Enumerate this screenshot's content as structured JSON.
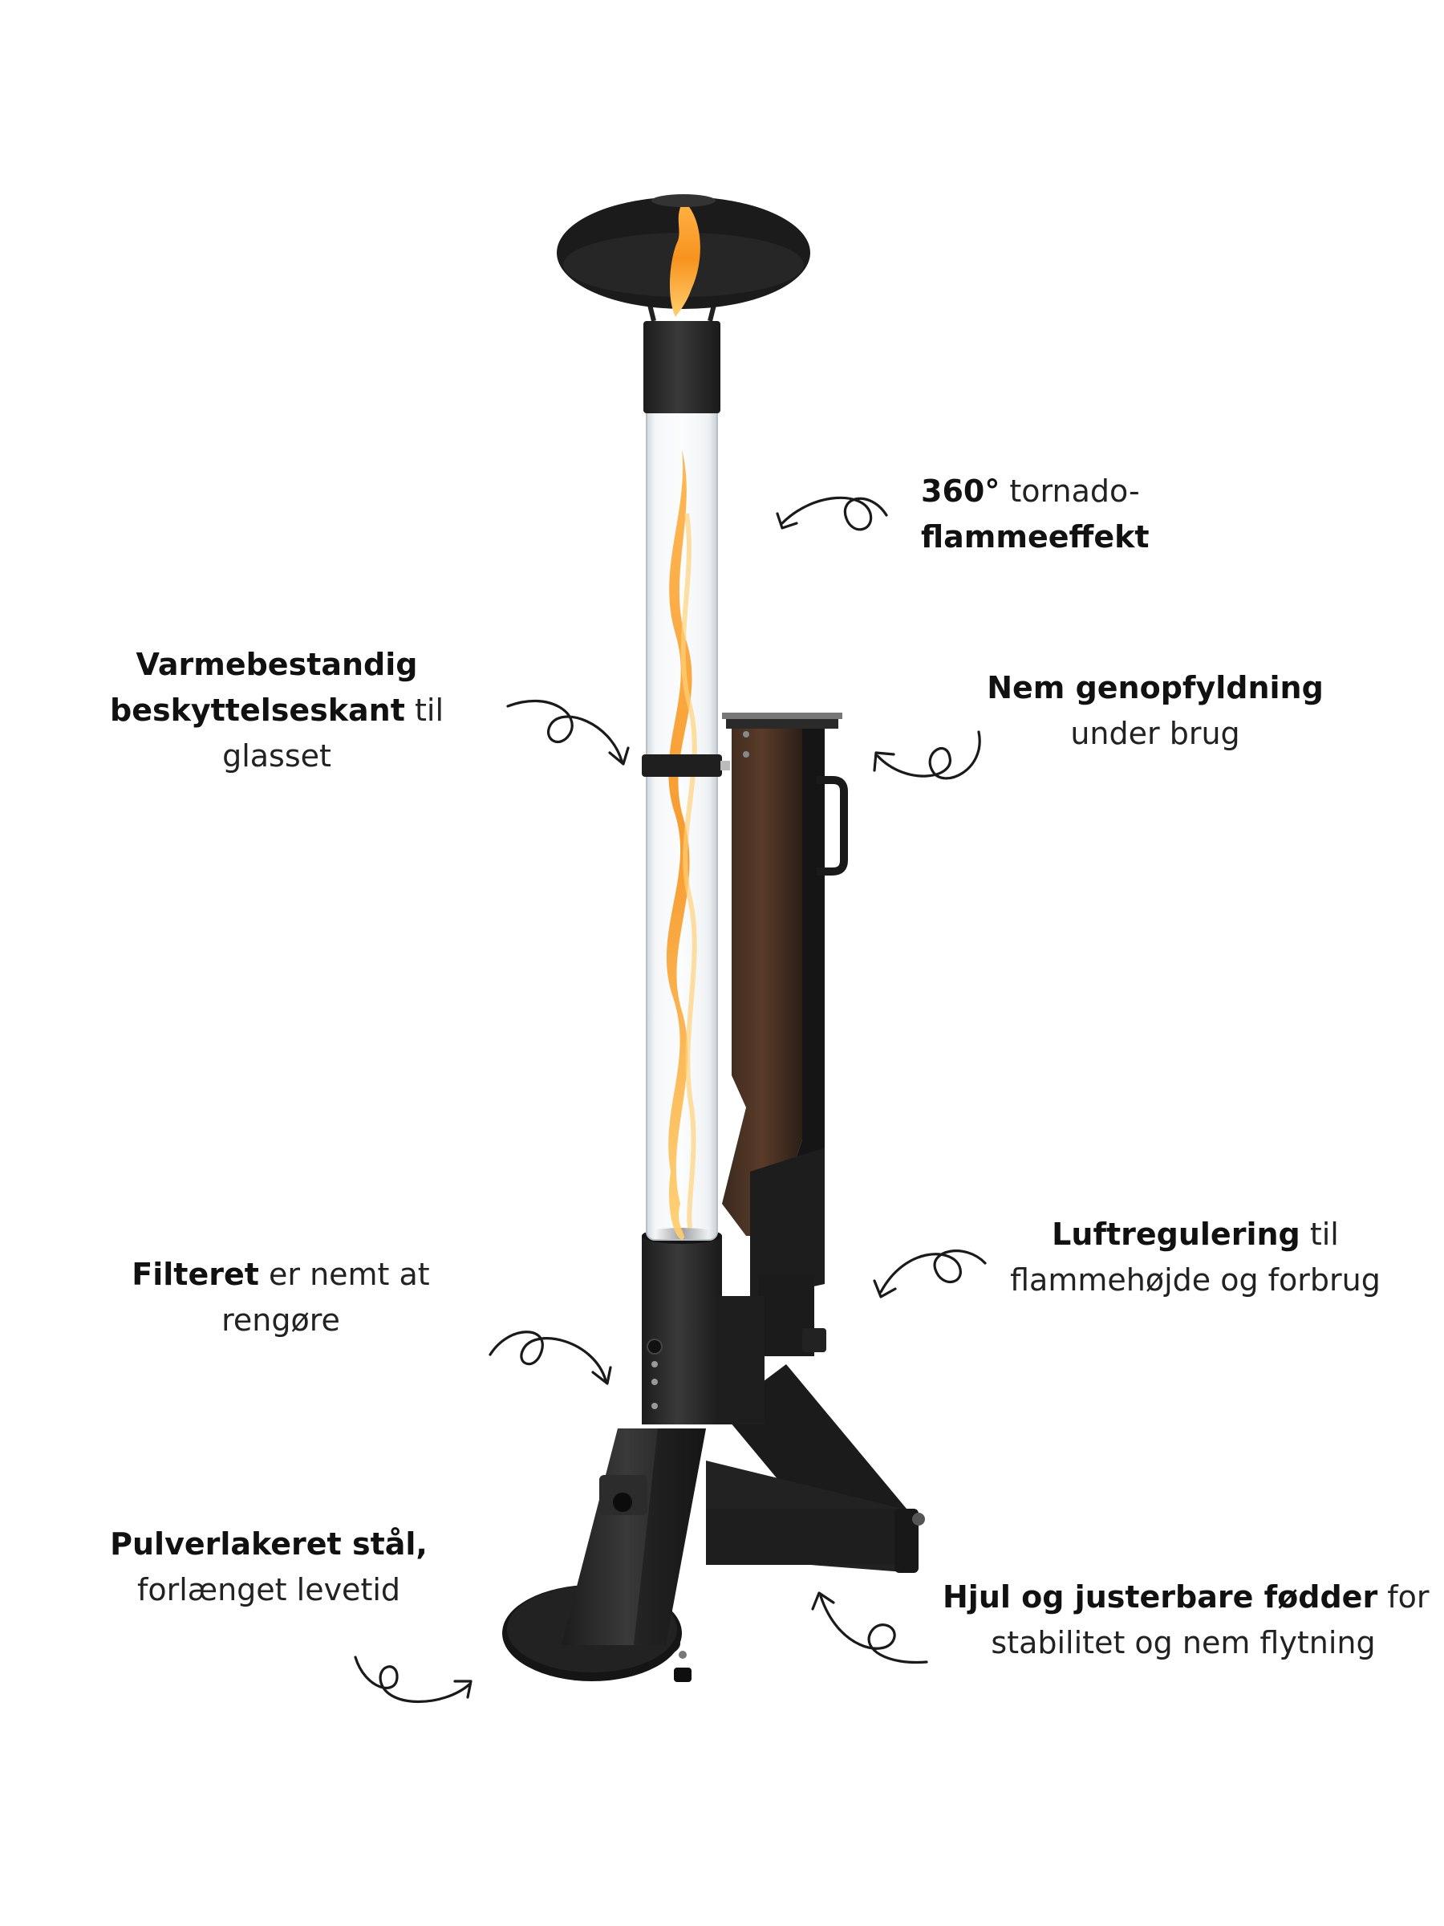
{
  "colors": {
    "background": "#ffffff",
    "text": "#222222",
    "steel": "#2a2a2a",
    "flame": "#f08a24",
    "glass": "#e9edf0"
  },
  "features": {
    "tornado": {
      "bold_1": "360°",
      "normal_1": " tornado-",
      "bold_2": "flammeeffekt"
    },
    "glass": {
      "bold_1": "Varmebestandig",
      "bold_2": "beskyttelseskant",
      "normal_2": " til",
      "normal_3": "glasset"
    },
    "refill": {
      "bold_1": "Nem genopfyldning",
      "normal_2": "under brug"
    },
    "air": {
      "bold_1": "Luftregulering",
      "normal_1": " til",
      "normal_2": "flammehøjde og forbrug"
    },
    "filter": {
      "bold_1": "Filteret",
      "normal_1": " er nemt at",
      "normal_2": "rengøre"
    },
    "steel": {
      "bold_1": "Pulverlakeret stål,",
      "normal_2": "forlænget levetid"
    },
    "wheels": {
      "bold_1": "Hjul og justerbare fødder",
      "normal_1": " for",
      "normal_2": "stabilitet og nem flytning"
    }
  },
  "icons": {
    "arrow": "curly-arrow-icon",
    "product": "tornado-fire-pit-illustration"
  }
}
